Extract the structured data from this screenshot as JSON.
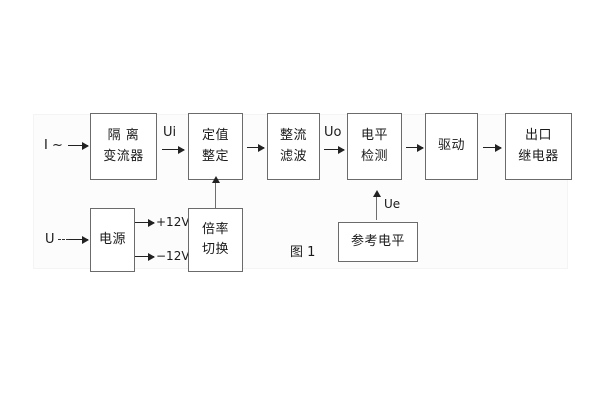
{
  "figure": {
    "caption": "图 1",
    "accent_color": "#6b6b6b",
    "line_color": "#222222",
    "background": "#ffffff"
  },
  "inputs": {
    "current": "I ~",
    "voltage": "U"
  },
  "signals": {
    "ui": "Ui",
    "uo": "Uo",
    "ue": "Ue"
  },
  "rails": {
    "positive": "+12V",
    "negative": "−12V"
  },
  "blocks": [
    {
      "id": "isolation-ct",
      "line1": "隔 离",
      "line2": "变流器"
    },
    {
      "id": "setting-value",
      "line1": "定值",
      "line2": "整定"
    },
    {
      "id": "rectify-filter",
      "line1": "整流",
      "line2": "滤波"
    },
    {
      "id": "level-detect",
      "line1": "电平",
      "line2": "检测"
    },
    {
      "id": "drive",
      "line1": "驱动",
      "line2": ""
    },
    {
      "id": "output-relay",
      "line1": "出口",
      "line2": "继电器"
    },
    {
      "id": "power-supply",
      "line1": "电源",
      "line2": ""
    },
    {
      "id": "ratio-switch",
      "line1": "倍率",
      "line2": "切换"
    },
    {
      "id": "reference-level",
      "line1": "参考电平",
      "line2": ""
    }
  ]
}
